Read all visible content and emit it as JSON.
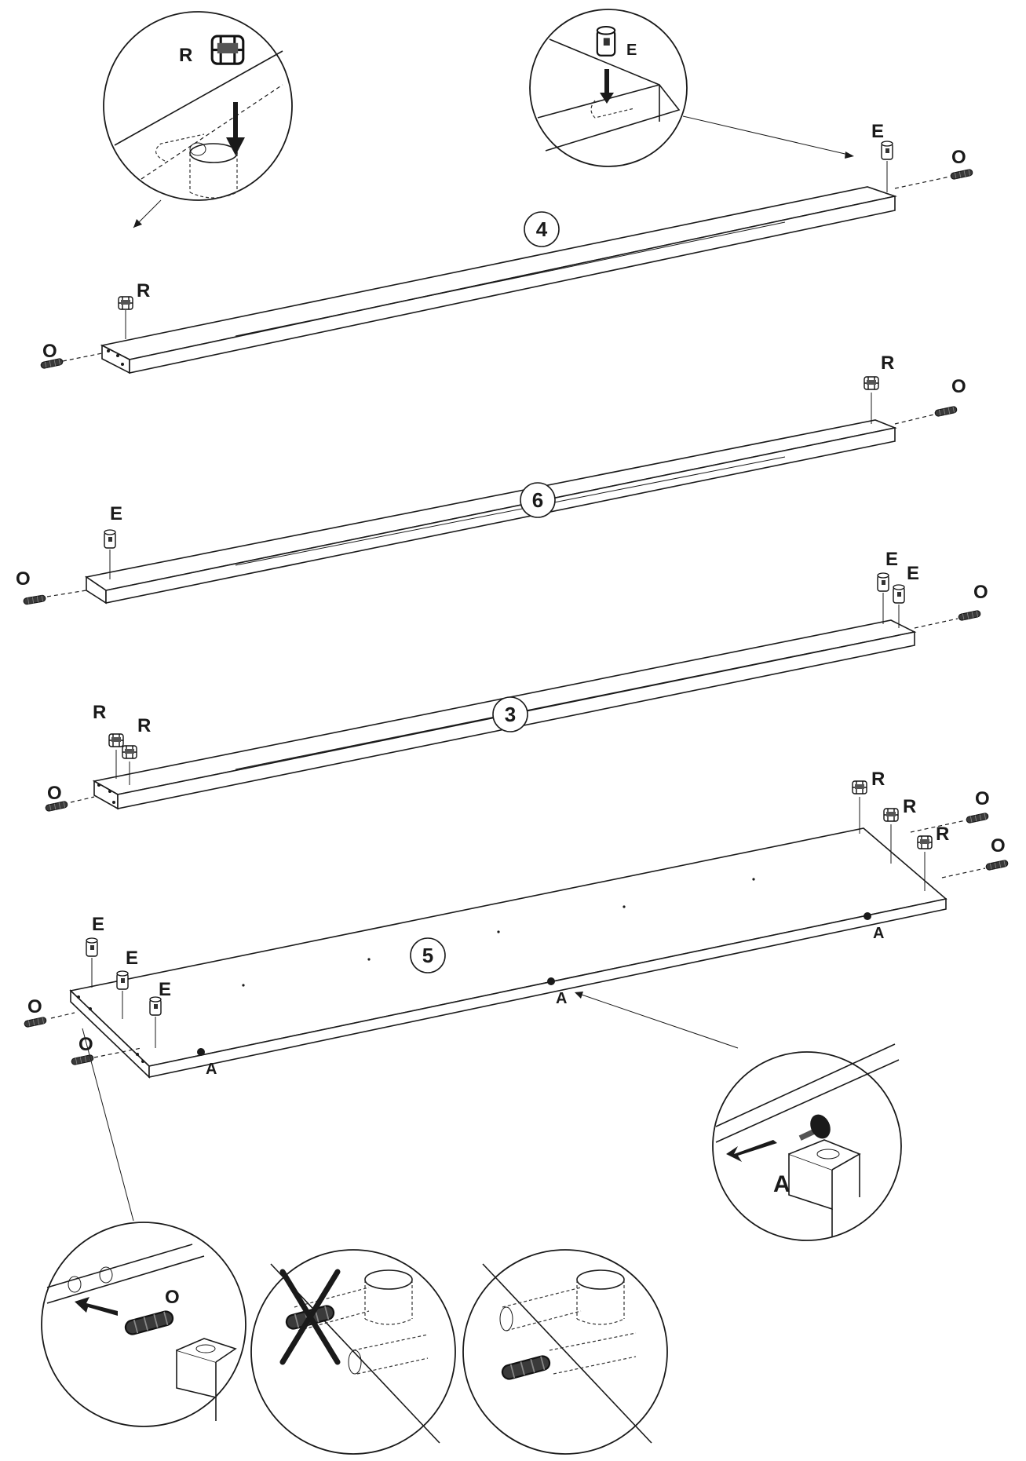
{
  "parts": {
    "rail_4": "4",
    "rail_6": "6",
    "rail_3": "3",
    "panel_5": "5"
  },
  "hardware": {
    "cam_lock": "R",
    "cam_bolt": "E",
    "wood_dowel": "O",
    "glide": "A"
  },
  "colors": {
    "line": "#1a1a1a",
    "dowel_fill": "#3a3a3a",
    "background": "#ffffff"
  }
}
